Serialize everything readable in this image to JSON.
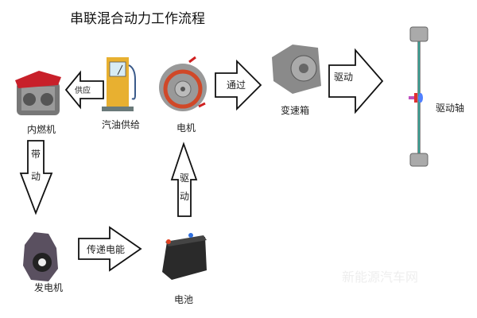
{
  "title": "串联混合动力工作流程",
  "components": {
    "engine": "内燃机",
    "fuel": "汽油供给",
    "motor": "电机",
    "gearbox": "变速箱",
    "axle": "驱动轴",
    "generator": "发电机",
    "battery": "电池"
  },
  "arrows": {
    "supply": "供应",
    "through": "通过",
    "drive_right": "驱动",
    "drive_belt": [
      "带",
      "动"
    ],
    "drive_up": [
      "驱",
      "动"
    ],
    "transfer": "传递电能"
  },
  "watermark": "新能源汽车网",
  "colors": {
    "pump": "#e8b030",
    "axle": "#3cc8b8",
    "engine_red": "#c8202a"
  }
}
